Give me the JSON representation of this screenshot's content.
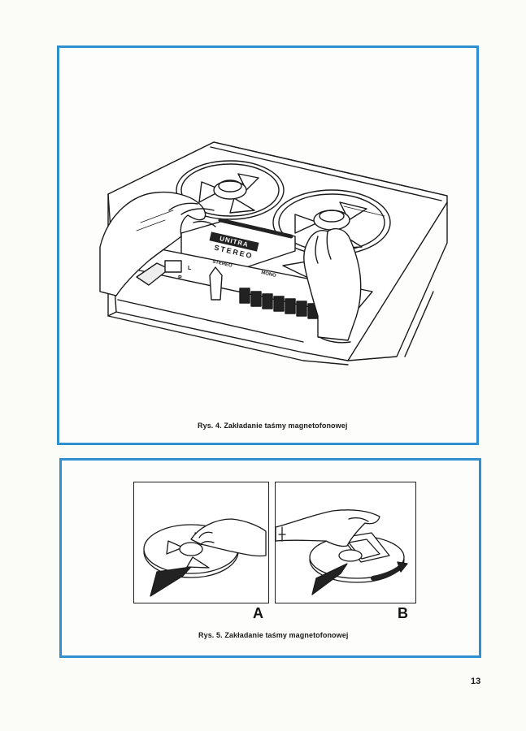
{
  "figure4": {
    "caption": "Rys. 4. Zakładanie taśmy magnetofonowej",
    "device_labels": {
      "brand": "UNITRA",
      "stereo": "STEREO",
      "switch_stereo": "STEREO",
      "switch_mono": "MONO",
      "channel_left": "L",
      "channel_right": "P"
    }
  },
  "figure5": {
    "caption": "Rys. 5. Zakładanie taśmy magnetofonowej",
    "panel_a_label": "A",
    "panel_b_label": "B"
  },
  "page_number": "13",
  "colors": {
    "frame": "#2f8fcf",
    "ink": "#1a1a1a",
    "paper": "#fbfbf8"
  }
}
